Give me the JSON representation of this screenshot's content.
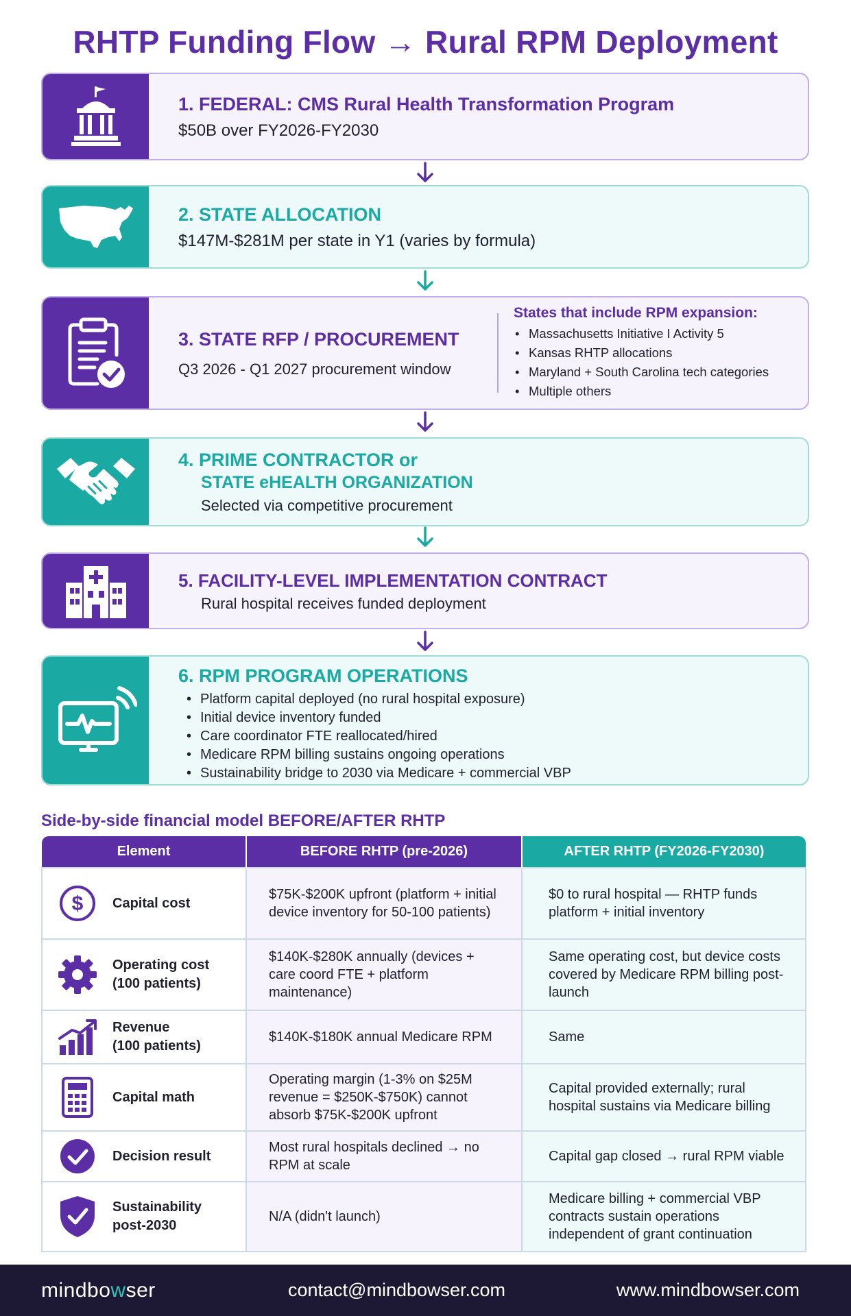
{
  "title": "RHTP Funding Flow → Rural RPM Deployment",
  "steps": [
    {
      "heading": "1. FEDERAL: CMS Rural Health Transformation Program",
      "sub": "$50B over FY2026-FY2030",
      "icon": "capitol-building-icon"
    },
    {
      "heading": "2. STATE ALLOCATION",
      "sub": "$147M-$281M per state in Y1 (varies by formula)",
      "icon": "us-map-icon"
    },
    {
      "heading": "3. STATE RFP / PROCUREMENT",
      "sub": "Q3 2026 - Q1 2027 procurement window",
      "icon": "clipboard-check-icon",
      "side_heading": "States that include RPM expansion:",
      "side_items": [
        "Massachusetts Initiative I Activity 5",
        "Kansas RHTP allocations",
        "Maryland + South Carolina tech categories",
        "Multiple others"
      ]
    },
    {
      "heading_line1": "4. PRIME CONTRACTOR or",
      "heading_line2": "STATE eHEALTH ORGANIZATION",
      "sub": "Selected via competitive procurement",
      "icon": "handshake-icon"
    },
    {
      "heading": "5. FACILITY-LEVEL IMPLEMENTATION CONTRACT",
      "sub": "Rural hospital receives funded deployment",
      "icon": "hospital-icon"
    },
    {
      "heading": "6. RPM PROGRAM OPERATIONS",
      "icon": "monitor-heartbeat-icon",
      "items": [
        "Platform capital deployed (no rural hospital exposure)",
        "Initial device inventory funded",
        "Care coordinator FTE reallocated/hired",
        "Medicare RPM billing sustains ongoing operations",
        "Sustainability bridge to 2030 via Medicare + commercial VBP"
      ]
    }
  ],
  "table": {
    "section_title": "Side-by-side financial model BEFORE/AFTER RHTP",
    "headers": [
      "Element",
      "BEFORE RHTP (pre-2026)",
      "AFTER RHTP (FY2026-FY2030)"
    ],
    "rows": [
      {
        "label1": "Capital cost",
        "label2": "",
        "before": "$75K-$200K upfront (platform + initial device inventory for 50-100 patients)",
        "after": "$0 to rural hospital — RHTP funds platform + initial inventory",
        "icon": "dollar-circle-icon"
      },
      {
        "label1": "Operating cost",
        "label2": "(100 patients)",
        "before": "$140K-$280K annually (devices + care coord FTE + platform maintenance)",
        "after": "Same operating cost, but device costs covered by Medicare RPM billing post-launch",
        "icon": "gear-icon"
      },
      {
        "label1": "Revenue",
        "label2": "(100 patients)",
        "before": "$140K-$180K annual Medicare RPM",
        "after": "Same",
        "icon": "growth-chart-icon"
      },
      {
        "label1": "Capital math",
        "label2": "",
        "before": "Operating margin (1-3% on $25M revenue = $250K-$750K) cannot absorb $75K-$200K upfront",
        "after": "Capital provided externally; rural hospital sustains via Medicare billing",
        "icon": "calculator-icon"
      },
      {
        "label1": "Decision result",
        "label2": "",
        "before": "Most rural hospitals declined → no RPM at scale",
        "after": "Capital gap closed → rural RPM viable",
        "icon": "check-circle-icon"
      },
      {
        "label1": "Sustainability",
        "label2": "post-2030",
        "before": "N/A (didn't launch)",
        "after": "Medicare billing + commercial VBP contracts sustain operations independent of grant continuation",
        "icon": "shield-check-icon"
      }
    ]
  },
  "footer": {
    "logo_a": "mindbo",
    "logo_b": "w",
    "logo_c": "ser",
    "email": "contact@mindbowser.com",
    "website": "www.mindbowser.com"
  },
  "colors": {
    "purple": "#5b2ea6",
    "teal": "#1aa9a3",
    "footer_bg": "#1d1833"
  }
}
